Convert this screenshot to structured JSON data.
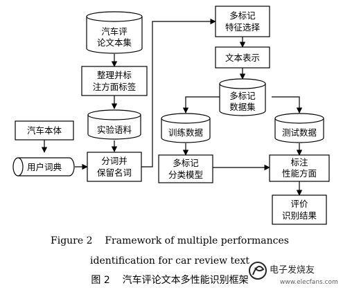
{
  "nodes": {
    "review_corpus": [
      "汽车评",
      "论文本集"
    ],
    "annotate": [
      "整理并标",
      "注方面标签"
    ],
    "experiment_corpus": [
      "实验语料"
    ],
    "car_ontology": [
      "汽车本体"
    ],
    "user_dict": [
      "用户词典"
    ],
    "segment": [
      "分词并",
      "保留名词"
    ],
    "feature_select": [
      "多标记",
      "特征选择"
    ],
    "text_repr": [
      "文本表示"
    ],
    "multilabel_dataset": [
      "多标记",
      "数据集"
    ],
    "train_data": [
      "训练数据"
    ],
    "test_data": [
      "测试数据"
    ],
    "classifier": [
      "多标记",
      "分类模型"
    ],
    "label_perf": [
      "标注",
      "性能方面"
    ],
    "evaluate": [
      "评价",
      "识别结果"
    ]
  },
  "caption": {
    "en_line1": "Figure 2    Framework of multiple performances",
    "en_line2": "identification for car review text",
    "zh": "图 2    汽车评论文本多性能识别框架"
  },
  "watermark": {
    "brand": "电子发烧友",
    "url": "www.elecfans.com"
  }
}
